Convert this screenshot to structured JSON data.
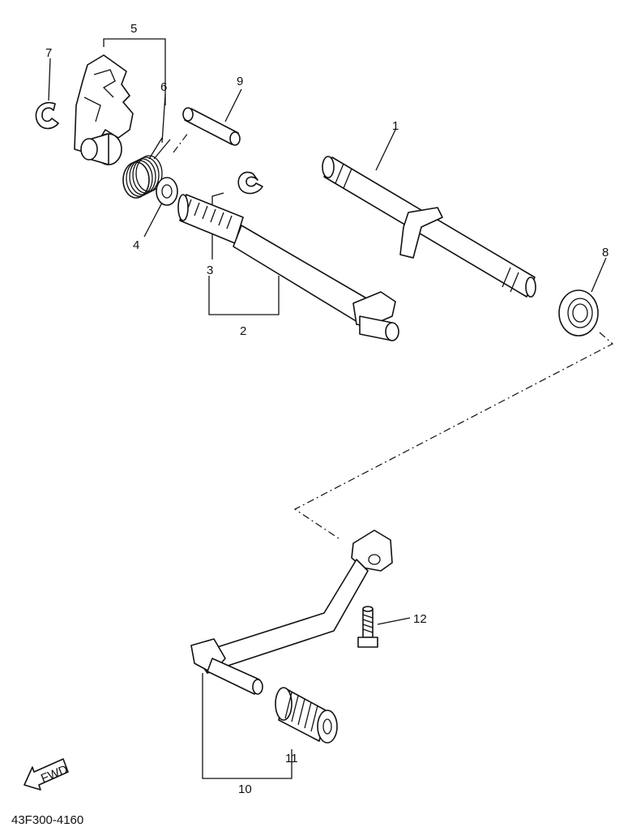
{
  "callouts": {
    "c1": "1",
    "c2": "2",
    "c3": "3",
    "c4": "4",
    "c5": "5",
    "c6": "6",
    "c7": "7",
    "c8": "8",
    "c9": "9",
    "c10": "10",
    "c11": "11",
    "c12": "12"
  },
  "fwd_label": "FWD",
  "reference_code": "43F300-4160",
  "colors": {
    "ink": "#111111",
    "paper": "#ffffff"
  }
}
